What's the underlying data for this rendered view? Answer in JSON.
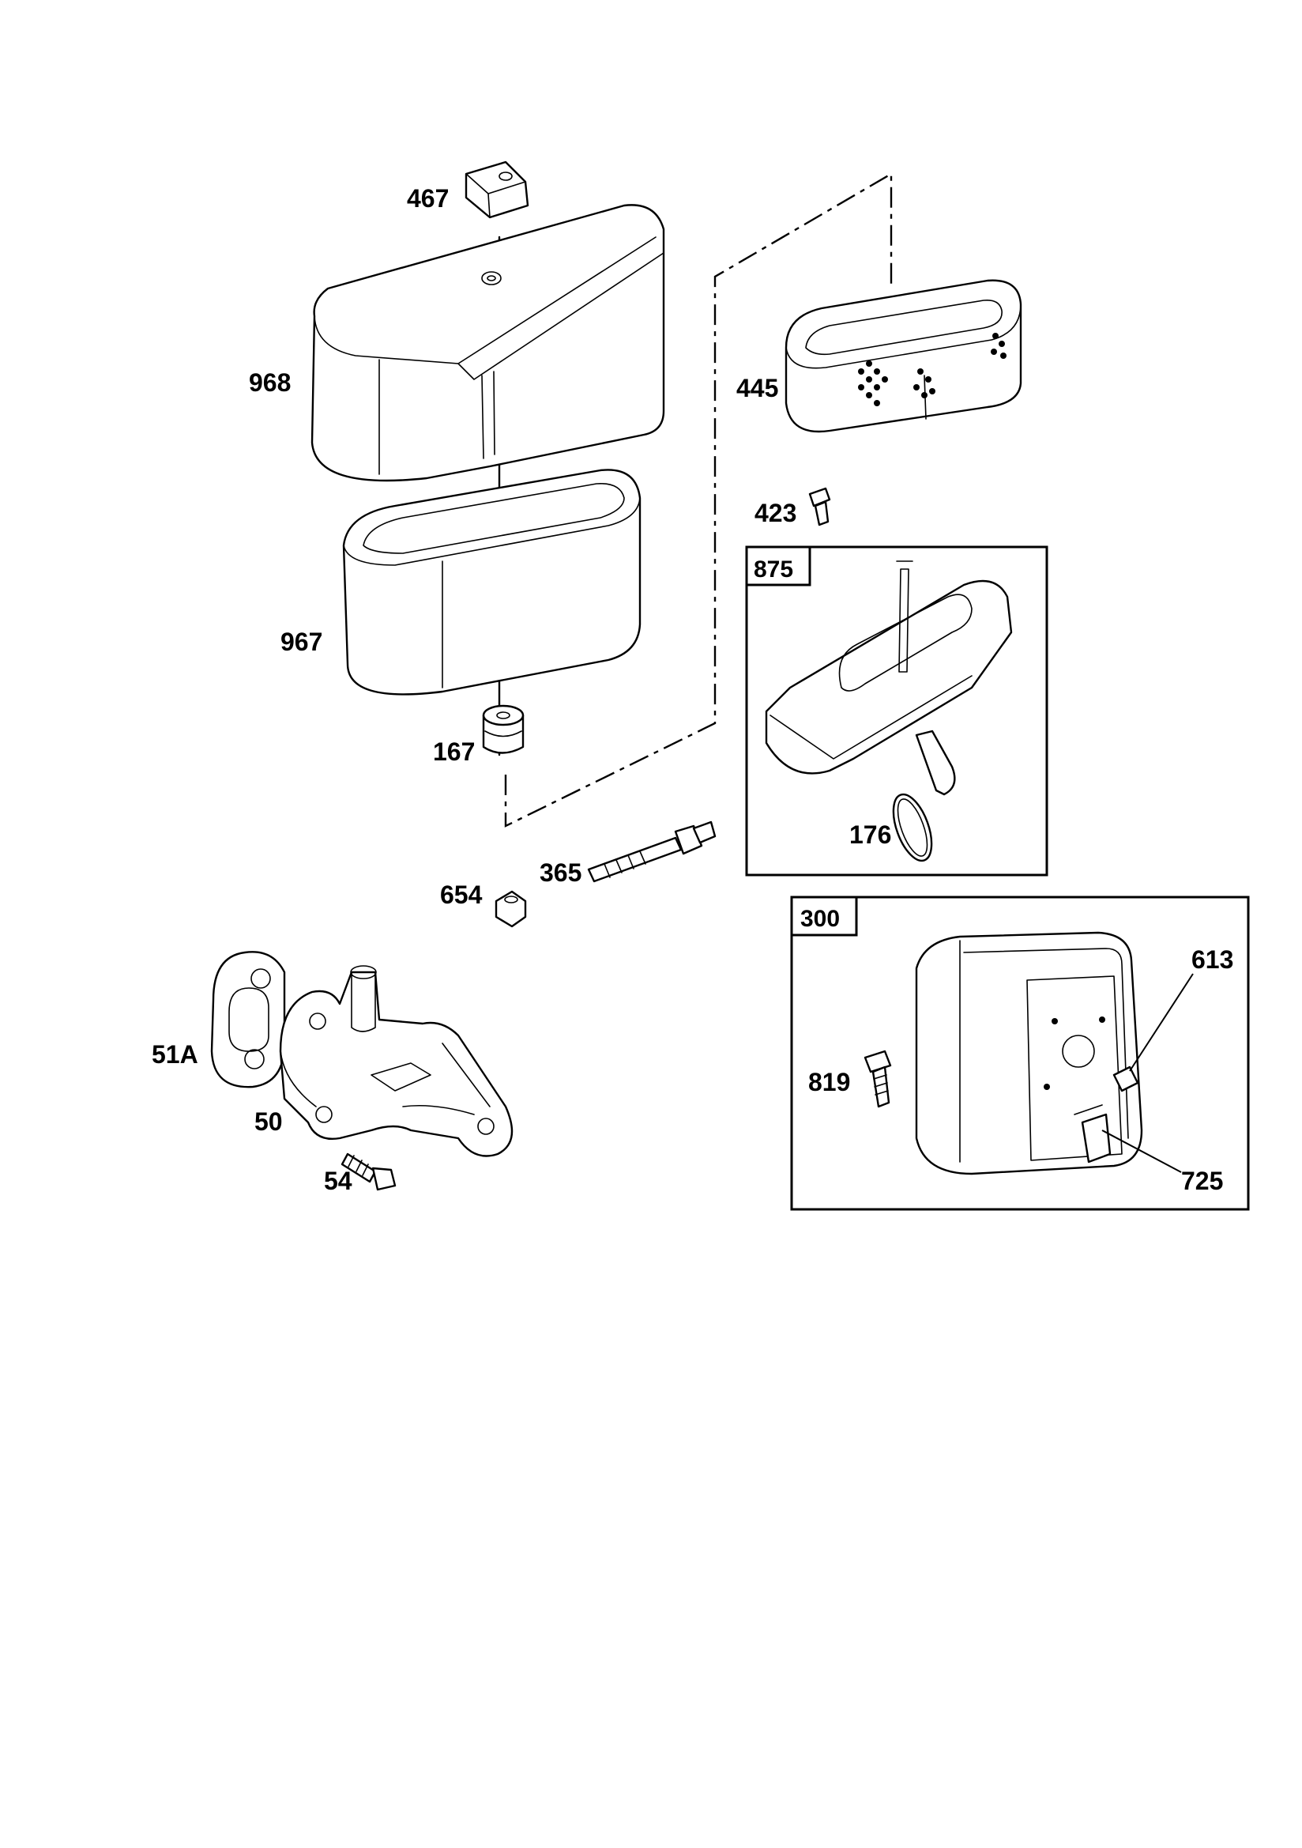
{
  "parts": {
    "p467": "467",
    "p968": "968",
    "p967": "967",
    "p167": "167",
    "p654": "654",
    "p365": "365",
    "p445": "445",
    "p423": "423",
    "p176": "176",
    "p51a": "51A",
    "p50": "50",
    "p54": "54",
    "p819": "819",
    "p613": "613",
    "p725": "725"
  },
  "boxes": {
    "b875": "875",
    "b300": "300"
  }
}
